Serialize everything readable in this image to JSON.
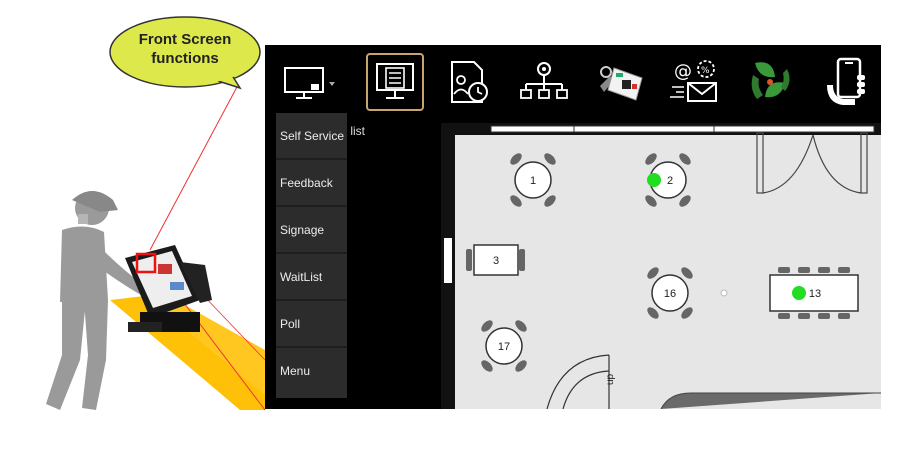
{
  "callout": {
    "text_line1": "Front Screen",
    "text_line2": "functions"
  },
  "toolbar": {
    "icons": [
      "monitor-dropdown-icon",
      "waitlist-screen-icon",
      "report-clock-icon",
      "network-settings-icon",
      "key-tag-icon",
      "email-offer-icon",
      "leaf-hands-icon",
      "mobile-hand-icon"
    ],
    "active_index": 1
  },
  "subtitle": "it list",
  "menu": {
    "items": [
      {
        "label": "Self Service"
      },
      {
        "label": "Feedback"
      },
      {
        "label": "Signage"
      },
      {
        "label": "WaitList"
      },
      {
        "label": "Poll"
      },
      {
        "label": "Menu"
      }
    ]
  },
  "floor": {
    "tables": [
      {
        "label": "1",
        "occupied": false
      },
      {
        "label": "2",
        "occupied": true
      },
      {
        "label": "3",
        "occupied": false
      },
      {
        "label": "16",
        "occupied": false
      },
      {
        "label": "13",
        "occupied": true
      },
      {
        "label": "17",
        "occupied": false
      }
    ],
    "door_label": "up",
    "colors": {
      "occupied": "#22dd22",
      "floor": "#e6e6e6",
      "wall": "#111111"
    }
  },
  "colors": {
    "bubble": "#dde84a",
    "highlight_path": "#ffc107",
    "active_border": "#c8a46e"
  }
}
